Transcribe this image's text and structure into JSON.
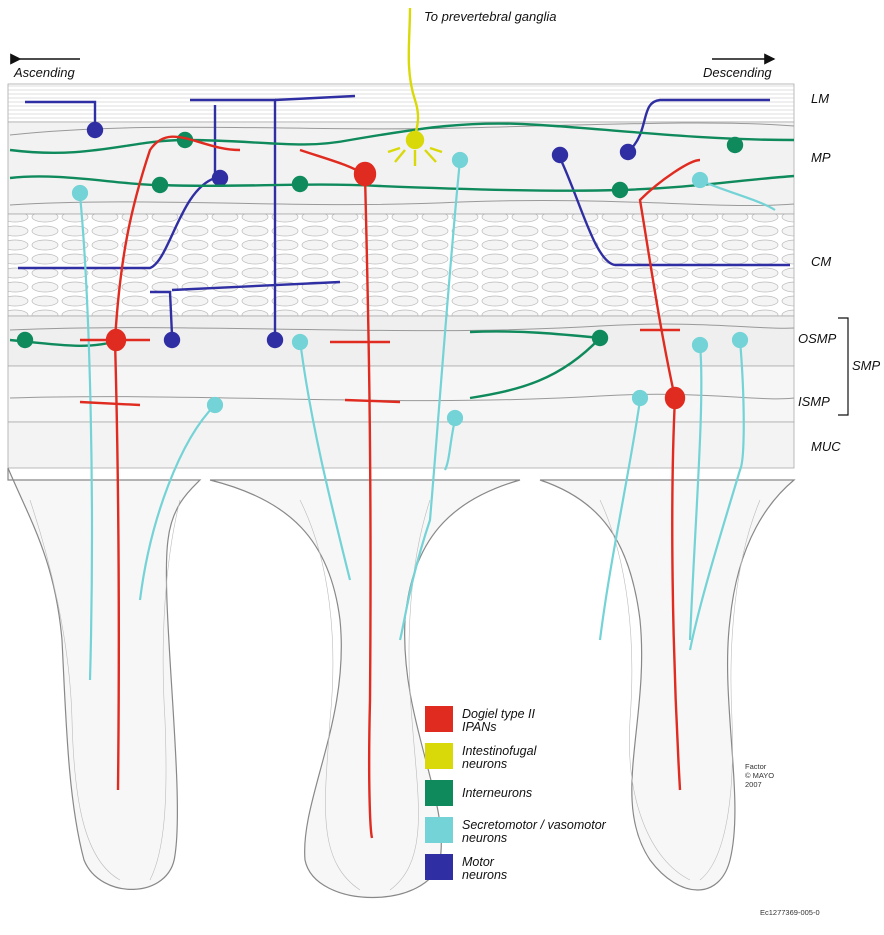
{
  "top_label": "To prevertebral ganglia",
  "direction": {
    "ascending": "Ascending",
    "descending": "Descending"
  },
  "layers": {
    "lm": "LM",
    "mp": "MP",
    "cm": "CM",
    "osmp": "OSMP",
    "ismp": "ISMP",
    "smp": "SMP",
    "muc": "MUC"
  },
  "legend": [
    {
      "line1": "Dogiel type II",
      "line2": "IPANs",
      "color": "#e02b20"
    },
    {
      "line1": "Intestinofugal",
      "line2": "neurons",
      "color": "#d9d90a"
    },
    {
      "line1": "Interneurons",
      "line2": "",
      "color": "#0e8a5c"
    },
    {
      "line1": "Secretomotor / vasomotor",
      "line2": "neurons",
      "color": "#74d3d6"
    },
    {
      "line1": "Motor",
      "line2": "neurons",
      "color": "#2f2fa3"
    }
  ],
  "credit": {
    "line1": "Factor",
    "line2": "© MAYO",
    "line3": "2007"
  },
  "figure_id": "Ec1277369-005-0"
}
